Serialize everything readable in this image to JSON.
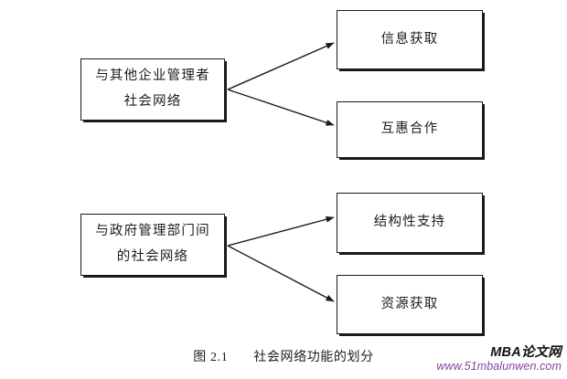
{
  "figure": {
    "caption_label": "图 2.1",
    "caption_title": "社会网络功能的划分"
  },
  "nodes": {
    "sources": [
      {
        "id": "social-network-peers",
        "line1": "与其他企业管理者",
        "line2": "社会网络"
      },
      {
        "id": "social-network-government",
        "line1": "与政府管理部门间",
        "line2": "的社会网络"
      }
    ],
    "targets": [
      {
        "id": "information-acquisition",
        "label": "信息获取"
      },
      {
        "id": "reciprocal-cooperation",
        "label": "互惠合作"
      },
      {
        "id": "structural-support",
        "label": "结构性支持"
      },
      {
        "id": "resource-acquisition",
        "label": "资源获取"
      }
    ]
  },
  "watermark": {
    "brand": "MBA论文网",
    "url": "www.51mbalunwen.com",
    "brand_color": "#111111",
    "url_color": "#8a3f9e"
  },
  "chart_data": {
    "type": "diagram",
    "title": "社会网络功能的划分",
    "edges": [
      {
        "from": "与其他企业管理者社会网络",
        "to": "信息获取"
      },
      {
        "from": "与其他企业管理者社会网络",
        "to": "互惠合作"
      },
      {
        "from": "与政府管理部门间的社会网络",
        "to": "结构性支持"
      },
      {
        "from": "与政府管理部门间的社会网络",
        "to": "资源获取"
      }
    ]
  }
}
